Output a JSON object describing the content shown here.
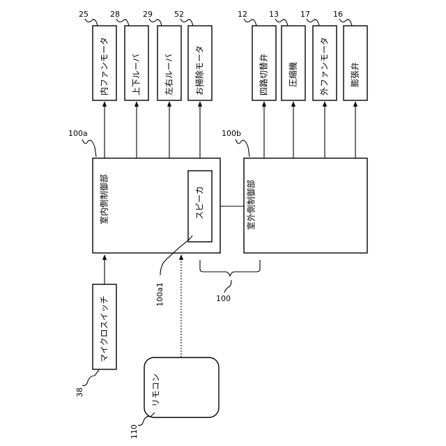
{
  "diagram": {
    "labels": {
      "indoor_fan_motor": "内ファンモータ",
      "vertical_louver": "上下ルーバ",
      "horizontal_louver": "左右ルーバ",
      "cleaning_motor": "お掃除モータ",
      "four_way_valve": "四路切替弁",
      "compressor": "圧縮機",
      "outdoor_fan_motor": "外ファンモータ",
      "expansion_valve": "膨張弁",
      "indoor_controller": "室内側制御部",
      "speaker": "スピーカ",
      "outdoor_controller": "室外側制御部",
      "microswitch": "マイクロスイッチ",
      "remote": "リモコン"
    },
    "refs": {
      "r25": "25",
      "r28": "28",
      "r29": "29",
      "r52": "52",
      "r12": "12",
      "r13": "13",
      "r17": "17",
      "r16": "16",
      "r100a": "100a",
      "r100b": "100b",
      "r100a1": "100a1",
      "r100": "100",
      "r38": "38",
      "r110": "110"
    }
  }
}
